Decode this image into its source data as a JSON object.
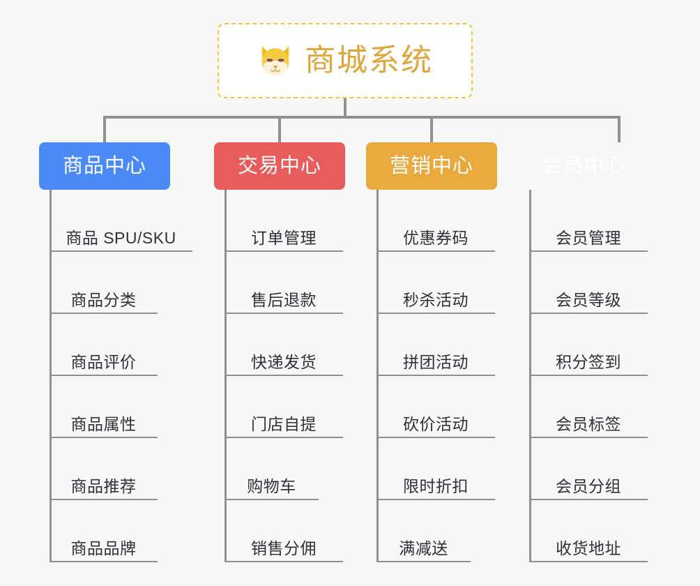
{
  "diagram": {
    "type": "org-tree",
    "root": {
      "title": "商城系统",
      "icon": "shiba-dog-icon",
      "border_color": "#f3c43f",
      "text_color": "#e0a63c",
      "background": "#ffffff"
    },
    "connector_color": "#909090",
    "canvas_background": "#f7f7f7",
    "branches": [
      {
        "label": "商品中心",
        "color": "#4a8af4",
        "items": [
          "商品 SPU/SKU",
          "商品分类",
          "商品评价",
          "商品属性",
          "商品推荐",
          "商品品牌"
        ]
      },
      {
        "label": "交易中心",
        "color": "#e85c5c",
        "items": [
          "订单管理",
          "售后退款",
          "快递发货",
          "门店自提",
          "购物车",
          "销售分佣"
        ]
      },
      {
        "label": "营销中心",
        "color": "#e9a93c",
        "items": [
          "优惠券码",
          "秒杀活动",
          "拼团活动",
          "砍价活动",
          "限时折扣",
          "满减送"
        ]
      },
      {
        "label": "会员中心",
        "color": "#79c council",
        "items": [
          "会员管理",
          "会员等级",
          "积分签到",
          "会员标签",
          "会员分组",
          "收货地址"
        ]
      }
    ]
  }
}
